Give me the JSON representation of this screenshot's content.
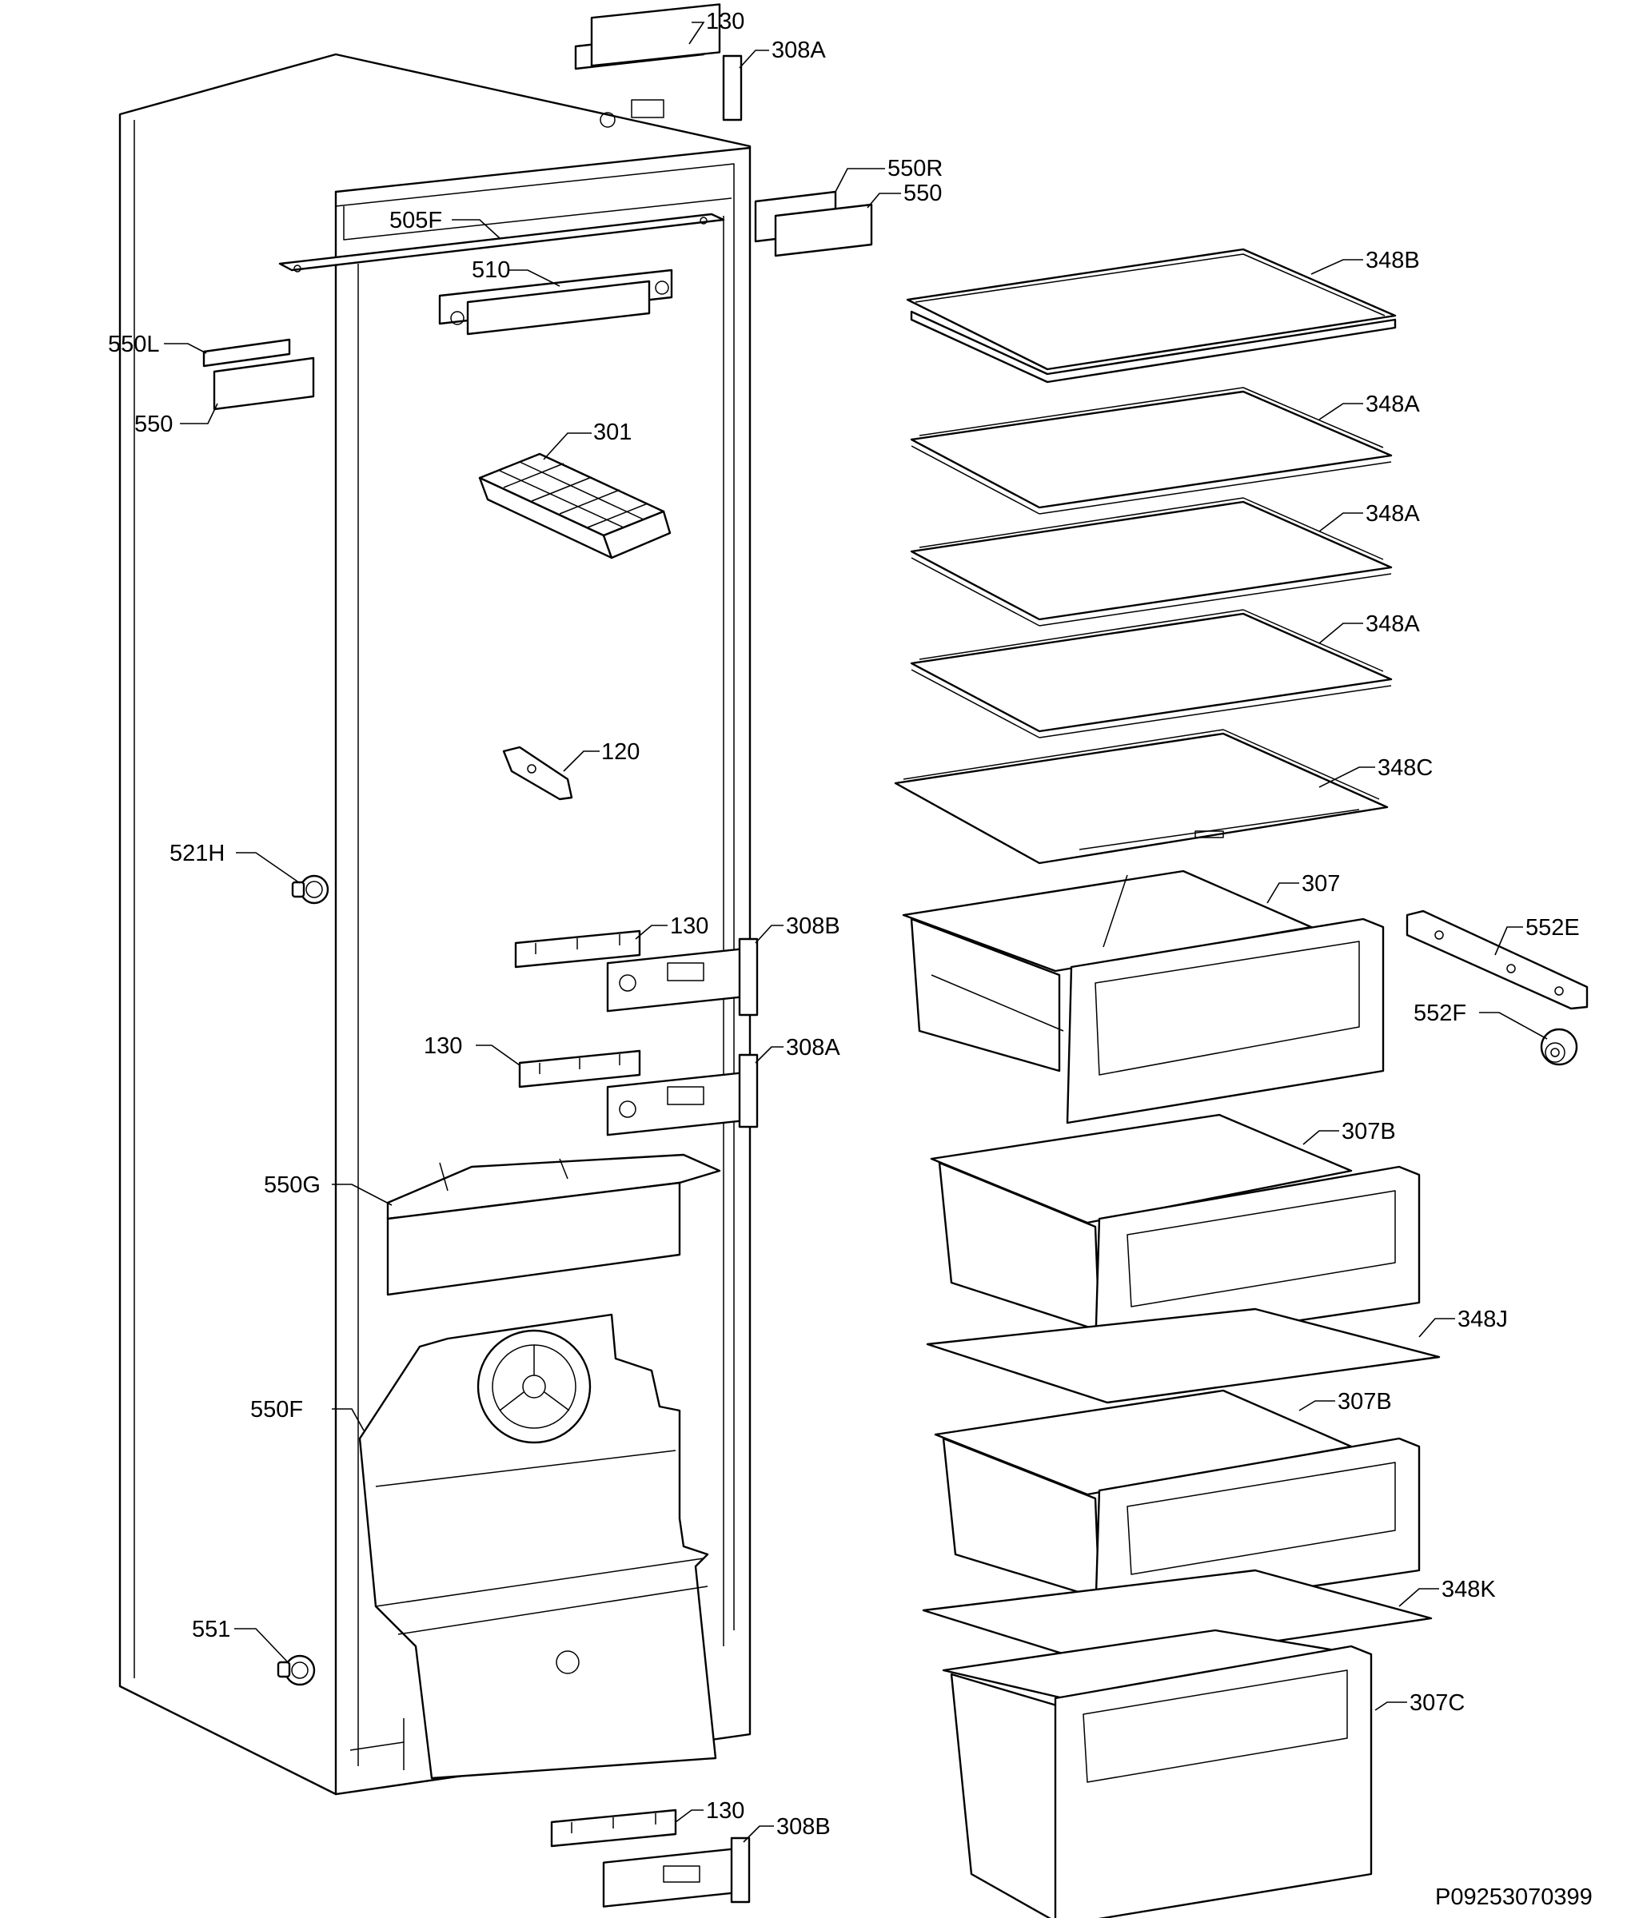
{
  "diagram": {
    "document_code": "P09253070399",
    "callouts": {
      "hinge_shim_top": "130",
      "hinge_top": "308A",
      "cover_right_top": "550R",
      "cover_right": "550",
      "cover_left_top": "550L",
      "cover_left": "550",
      "rail_front": "505F",
      "light_cover": "510",
      "ice_tray": "301",
      "shelf_top": "348B",
      "shelf_1": "348A",
      "shelf_2": "348A",
      "shelf_3": "348A",
      "shelf_4": "348C",
      "clip": "120",
      "cap_left": "521H",
      "hinge_shim_mid1": "130",
      "hinge_mid1": "308B",
      "hinge_shim_mid2": "130",
      "hinge_mid2": "308A",
      "drawer_1": "307",
      "rail_side": "552E",
      "knob_side": "552F",
      "cover_gasket": "550G",
      "drawer_2": "307B",
      "plate_1": "348J",
      "fan_cover": "550F",
      "drawer_3": "307B",
      "plate_2": "348K",
      "cap_bottom": "551",
      "drawer_4": "307C",
      "hinge_shim_bottom": "130",
      "hinge_bottom": "308B"
    }
  }
}
